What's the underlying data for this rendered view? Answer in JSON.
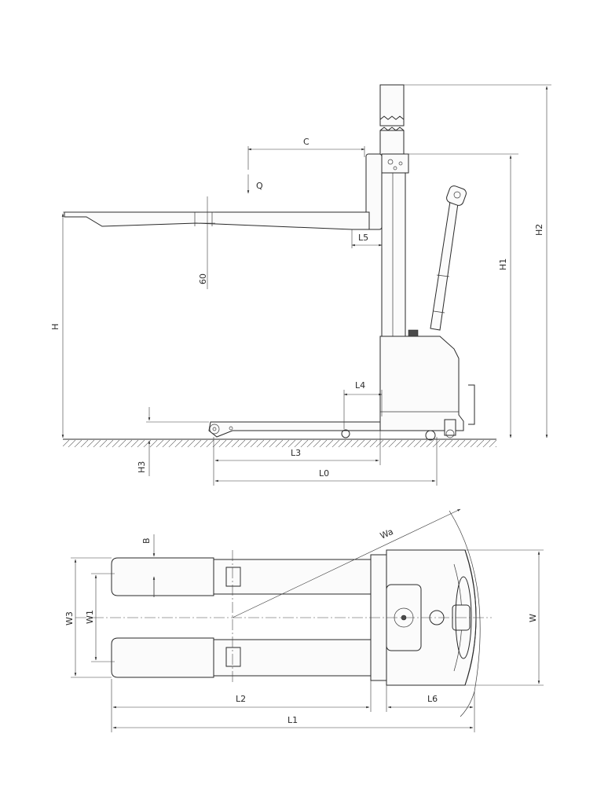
{
  "colors": {
    "line": "#2a2a2a",
    "background": "#ffffff"
  },
  "side_view": {
    "labels": {
      "c": "C",
      "q": "Q",
      "l5": "L5",
      "sixty": "60",
      "h": "H",
      "h1": "H1",
      "h2": "H2",
      "l4": "L4",
      "h3": "H3",
      "l3": "L3",
      "l0": "L0"
    }
  },
  "top_view": {
    "labels": {
      "b": "B",
      "wa": "Wa",
      "w3": "W3",
      "w1": "W1",
      "w": "W",
      "l2": "L2",
      "l6": "L6",
      "l1": "L1"
    }
  }
}
